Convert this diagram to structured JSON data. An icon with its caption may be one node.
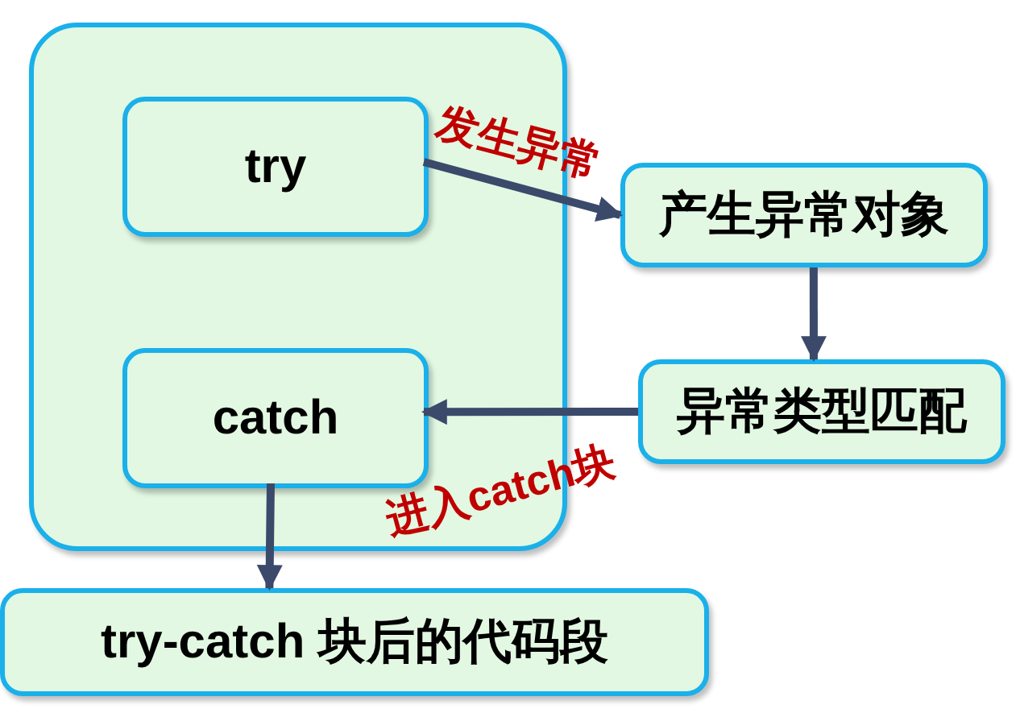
{
  "diagram": {
    "nodes": [
      {
        "text": [],
        "shape": "box"
      },
      {
        "text": [
          "try"
        ],
        "in": 0
      },
      {
        "text": [
          "catch"
        ],
        "in": 0
      },
      {
        "text": [
          "产生异常对象"
        ]
      },
      {
        "text": [
          "异常类型匹配"
        ]
      },
      {
        "text": [
          "try-catch 块后的代码段"
        ]
      }
    ],
    "edges": [
      {
        "from": 1,
        "to": 3,
        "arrow": "to",
        "label": "发生异常"
      },
      {
        "from": 3,
        "to": 4,
        "arrow": "to"
      },
      {
        "from": 4,
        "to": 2,
        "arrow": "to",
        "label": "进入catch块"
      },
      {
        "from": 2,
        "to": 5,
        "arrow": "to"
      }
    ]
  }
}
